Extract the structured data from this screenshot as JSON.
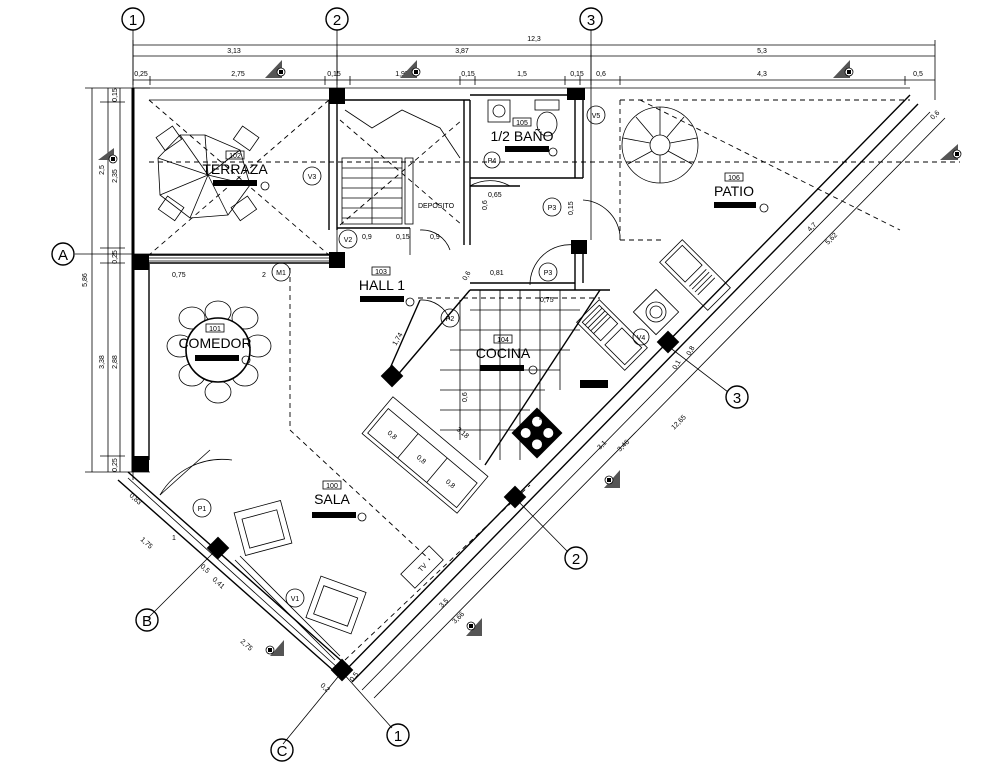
{
  "axes": {
    "cols": [
      "1",
      "2",
      "3"
    ],
    "rows": [
      "A",
      "B",
      "C"
    ],
    "diag": [
      "3",
      "2",
      "1"
    ]
  },
  "dims_top_total": "12,3",
  "dims_top_mid": [
    "3,13",
    "3,87",
    "5,3"
  ],
  "dims_top_small": [
    "0,25",
    "2,75",
    "0,15",
    "1,95",
    "0,15",
    "1,5",
    "0,15",
    "0,6",
    "4,3",
    "0,5"
  ],
  "dims_left_total": "5,86",
  "dims_left_mid": [
    "2,5",
    "3,38"
  ],
  "dims_left_small": [
    "0,15",
    "2,35",
    "0,25",
    "2,88",
    "0,25"
  ],
  "dims_misc": [
    "0,75",
    "2",
    "0,9",
    "0,15",
    "0,9",
    "0,65",
    "0,6",
    "0,81",
    "0,75",
    "0,15",
    "1,74",
    "0,6",
    "0,15",
    "3,18",
    "0,6",
    "0,6",
    "0,6",
    "0,83",
    "1,75",
    "0,5",
    "0,41",
    "2,75",
    "0,2",
    "0,15",
    "0,5",
    "4,7",
    "5,62",
    "12,65",
    "3,1",
    "3,46",
    "3,5",
    "3,66",
    "0,1",
    "0,8",
    "0,6",
    "1"
  ],
  "rooms": [
    {
      "name": "TERRAZA",
      "code": "102"
    },
    {
      "name": "COMEDOR",
      "code": "101"
    },
    {
      "name": "HALL 1",
      "code": "103"
    },
    {
      "name": "1/2 BAÑO",
      "code": "105"
    },
    {
      "name": "COCINA",
      "code": "104"
    },
    {
      "name": "SALA",
      "code": "100"
    },
    {
      "name": "PATIO",
      "code": "106"
    }
  ],
  "openings": [
    "V3",
    "V2",
    "M1",
    "P1",
    "V1",
    "P2",
    "P3",
    "P3",
    "V5",
    "P4",
    "V4"
  ],
  "deposito_label": "DEPOSITO",
  "tv_label": "TV"
}
